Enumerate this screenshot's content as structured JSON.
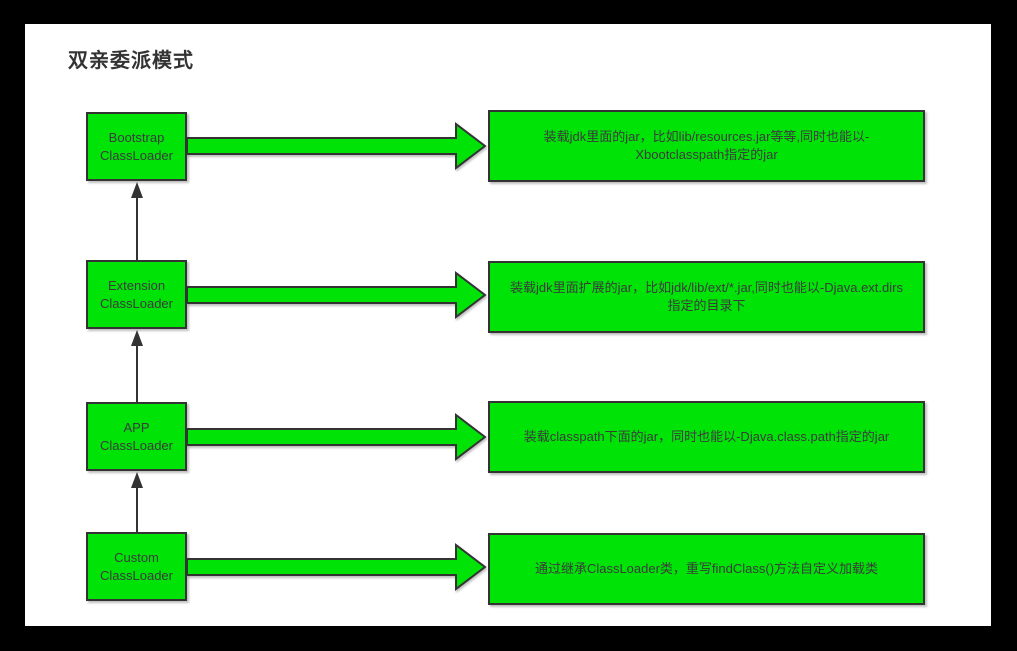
{
  "title": "双亲委派模式",
  "colors": {
    "page_background": "#000000",
    "canvas_background": "#ffffff",
    "node_fill": "#00e307",
    "node_border": "#333333",
    "node_text": "#3b3b3b",
    "title_text": "#333333",
    "connector": "#333333"
  },
  "rows": [
    {
      "loader_name": "Bootstrap",
      "loader_type": "ClassLoader",
      "description": "装载jdk里面的jar，比如lib/resources.jar等等,同时也能以-Xbootclasspath指定的jar",
      "description_lines": [
        "装载jdk里面的jar，比如lib/resources.jar等等,同时也能以-",
        "Xbootclasspath指定的jar"
      ]
    },
    {
      "loader_name": "Extension",
      "loader_type": "ClassLoader",
      "description": "装载jdk里面扩展的jar，比如jdk/lib/ext/*.jar,同时也能以-Djava.ext.dirs指定的目录下",
      "description_lines": [
        "装载jdk里面扩展的jar，比如jdk/lib/ext/*.jar,同时也能以-Djava.ext.dirs",
        "指定的目录下"
      ]
    },
    {
      "loader_name": "APP",
      "loader_type": "ClassLoader",
      "description": "装载classpath下面的jar，同时也能以-Djava.class.path指定的jar",
      "description_lines": [
        "装载classpath下面的jar，同时也能以-Djava.class.path指定的jar"
      ]
    },
    {
      "loader_name": "Custom",
      "loader_type": "ClassLoader",
      "description": "通过继承ClassLoader类，重写findClass()方法自定义加载类",
      "description_lines": [
        "通过继承ClassLoader类，重写findClass()方法自定义加载类"
      ]
    }
  ]
}
